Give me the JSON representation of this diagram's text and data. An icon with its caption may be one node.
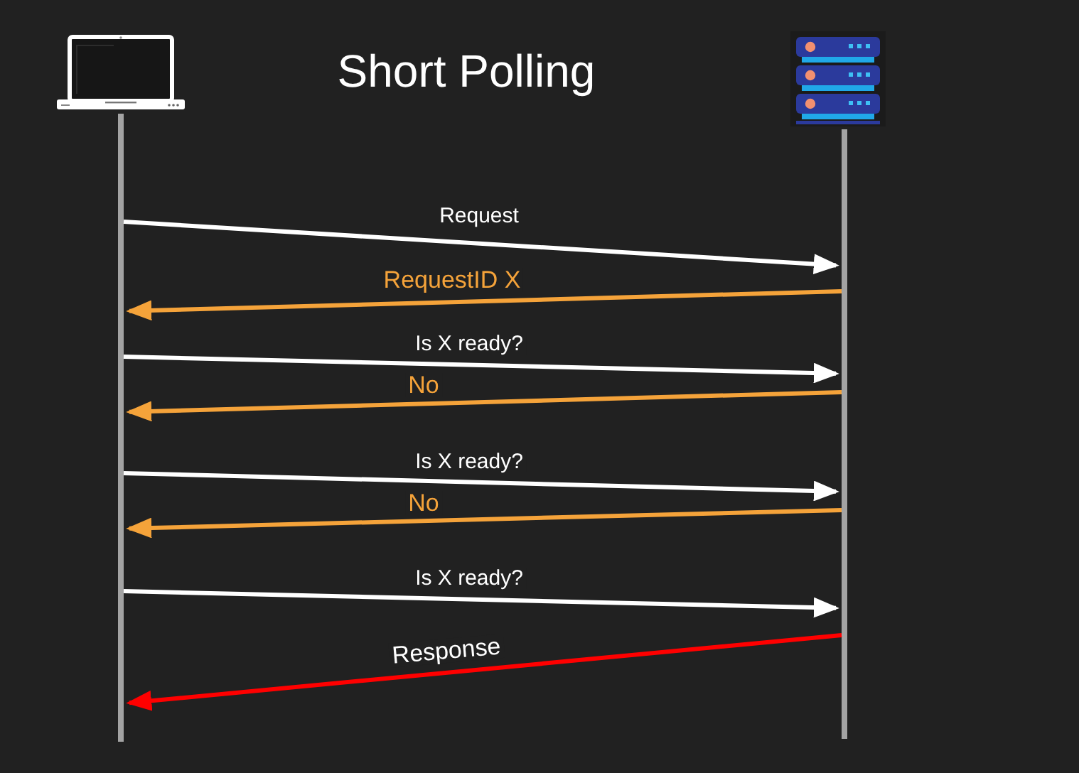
{
  "diagram": {
    "title": "Short Polling",
    "nodes": [
      {
        "text": [],
        "shape": "picture"
      },
      {
        "text": [],
        "shape": "picture"
      },
      {
        "text": [],
        "shape": "bar"
      },
      {
        "text": [],
        "shape": "bar"
      }
    ],
    "edges": [
      {
        "from": 2,
        "to": 3,
        "arrow": "to",
        "label": "Request"
      },
      {
        "from": 3,
        "to": 2,
        "arrow": "to",
        "label": "RequestID X",
        "color": "#f5a33a"
      },
      {
        "from": 2,
        "to": 3,
        "arrow": "to",
        "label": "Is X ready?"
      },
      {
        "from": 3,
        "to": 2,
        "arrow": "to",
        "label": "No",
        "color": "#f5a33a"
      },
      {
        "from": 2,
        "to": 3,
        "arrow": "to",
        "label": "Is X ready?"
      },
      {
        "from": 3,
        "to": 2,
        "arrow": "to",
        "label": "No",
        "color": "#f5a33a"
      },
      {
        "from": 2,
        "to": 3,
        "arrow": "to",
        "label": "Is X ready?"
      },
      {
        "from": 3,
        "to": 2,
        "arrow": "to",
        "label": "Response",
        "color": "#ff0000"
      }
    ]
  }
}
